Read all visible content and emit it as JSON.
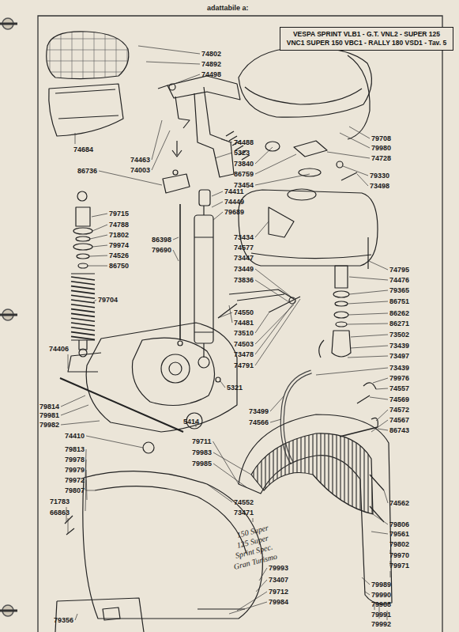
{
  "diagram": {
    "nodes": [
      {
        "text": [
          "VESPA SPRINT VLB1 - G.T. VNL2 - SUPER 125 VNC1 SUPER 150 VBC1 - RALLY 180 VSD1 - Tav. 5"
        ]
      }
    ],
    "labels": [
      "adattabile a:",
      "74802",
      "74892",
      "74498",
      "74684",
      "74463",
      "74003",
      "74488",
      "5323",
      "73840",
      "86759",
      "73454",
      "79708",
      "79980",
      "74728",
      "79330",
      "73498",
      "86736",
      "74411",
      "74449",
      "79689",
      "79715",
      "74788",
      "71802",
      "79974",
      "74526",
      "86750",
      "79704",
      "86398",
      "79690",
      "73434",
      "74577",
      "73447",
      "73449",
      "73836",
      "74795",
      "74476",
      "79365",
      "86751",
      "86262",
      "86271",
      "73502",
      "73439",
      "73497",
      "73439",
      "79976",
      "74557",
      "74569",
      "74572",
      "74567",
      "86743",
      "74550",
      "74481",
      "73510",
      "74503",
      "73478",
      "74791",
      "74406",
      "5321",
      "73499",
      "74566",
      "79814",
      "79981",
      "79982",
      "5414",
      "74410",
      "79711",
      "79983",
      "79985",
      "79813",
      "79978",
      "79979",
      "79972",
      "79807",
      "74552",
      "73471",
      "74562",
      "79806",
      "79561",
      "79802",
      "79970",
      "79971",
      "71783",
      "66863",
      "150 Super",
      "125 Super",
      "Sprint Spec.",
      "Gran Turismo",
      "79993",
      "73407",
      "79712",
      "79984",
      "79989",
      "79990",
      "79988",
      "79991",
      "79992",
      "79356"
    ]
  }
}
